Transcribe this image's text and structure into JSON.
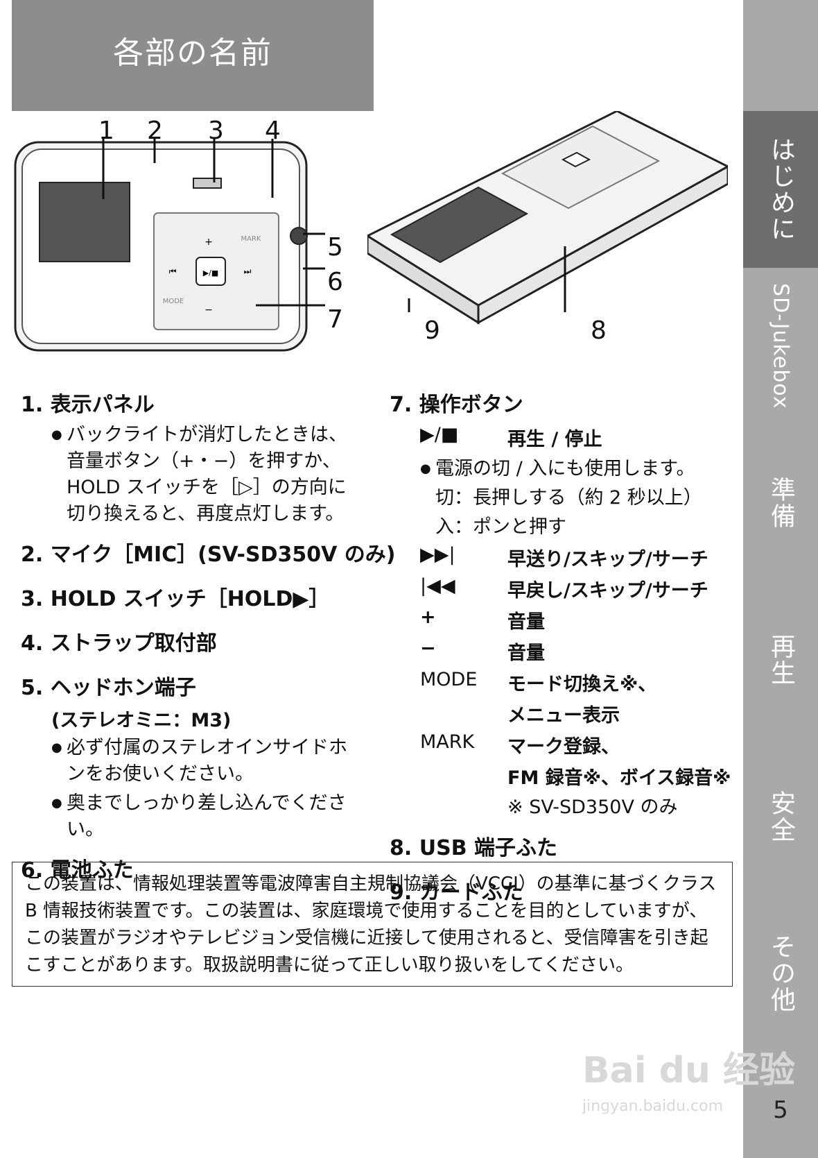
{
  "title": "各部の名前",
  "sidebar": {
    "tabs": [
      {
        "label": "はじめに",
        "active": true
      },
      {
        "label": "SD-Jukebox",
        "active": false
      },
      {
        "label": "準備",
        "active": false
      },
      {
        "label": "再生",
        "active": false
      },
      {
        "label": "安全",
        "active": false
      },
      {
        "label": "その他",
        "active": false
      }
    ],
    "page_number": "5"
  },
  "illustration": {
    "callouts": [
      "1",
      "2",
      "3",
      "4",
      "5",
      "6",
      "7",
      "9",
      "8"
    ],
    "device_labels": {
      "plus": "+",
      "minus": "−",
      "prev": "⏮",
      "next": "⏭",
      "play": "▶/■",
      "mode": "MODE",
      "mark": "MARK"
    }
  },
  "parts": {
    "p1": {
      "num": "1.",
      "name": "表示パネル",
      "bullet": "バックライトが消灯したときは、音量ボタン（+・−）を押すか、HOLD スイッチを［▷］の方向に切り換えると、再度点灯します。"
    },
    "p2": {
      "num": "2.",
      "name": "マイク［MIC］(SV-SD350V のみ)"
    },
    "p3": {
      "num": "3.",
      "name": "HOLD スイッチ［HOLD▶］"
    },
    "p4": {
      "num": "4.",
      "name": "ストラップ取付部"
    },
    "p5": {
      "num": "5.",
      "name": "ヘッドホン端子",
      "sub": "(ステレオミニ：M3)",
      "bullets": [
        "必ず付属のステレオインサイドホンをお使いください。",
        "奥までしっかり差し込んでください。"
      ]
    },
    "p6": {
      "num": "6.",
      "name": "電池ふた"
    },
    "p7": {
      "num": "7.",
      "name": "操作ボタン",
      "play_key": "▶/■",
      "play_val": "再生 / 停止",
      "play_bullet": "電源の切 / 入にも使用します。",
      "off_line": "切：長押しする（約 2 秒以上）",
      "on_line": "入：ポンと押す",
      "rows": [
        {
          "k": "▶▶|",
          "v": "早送り/スキップ/サーチ"
        },
        {
          "k": "|◀◀",
          "v": "早戻し/スキップ/サーチ"
        },
        {
          "k": "+",
          "v": "音量"
        },
        {
          "k": "−",
          "v": "音量"
        },
        {
          "k": "MODE",
          "v": "モード切換え※、"
        },
        {
          "k": "",
          "v": "メニュー表示"
        },
        {
          "k": "MARK",
          "v": "マーク登録、"
        },
        {
          "k": "",
          "v": "FM 録音※、ボイス録音※"
        }
      ],
      "footnote": "※ SV-SD350V のみ"
    },
    "p8": {
      "num": "8.",
      "name": "USB 端子ふた"
    },
    "p9": {
      "num": "9.",
      "name": "カードふた"
    }
  },
  "notice": "この装置は、情報処理装置等電波障害自主規制協議会（VCCI）の基準に基づくクラス B 情報技術装置です。この装置は、家庭環境で使用することを目的としていますが、この装置がラジオやテレビジョン受信機に近接して使用されると、受信障害を引き起こすことがあります。取扱説明書に従って正しい取り扱いをしてください。",
  "watermark": {
    "main": "Bai du 经验",
    "sub": "jingyan.baidu.com"
  }
}
